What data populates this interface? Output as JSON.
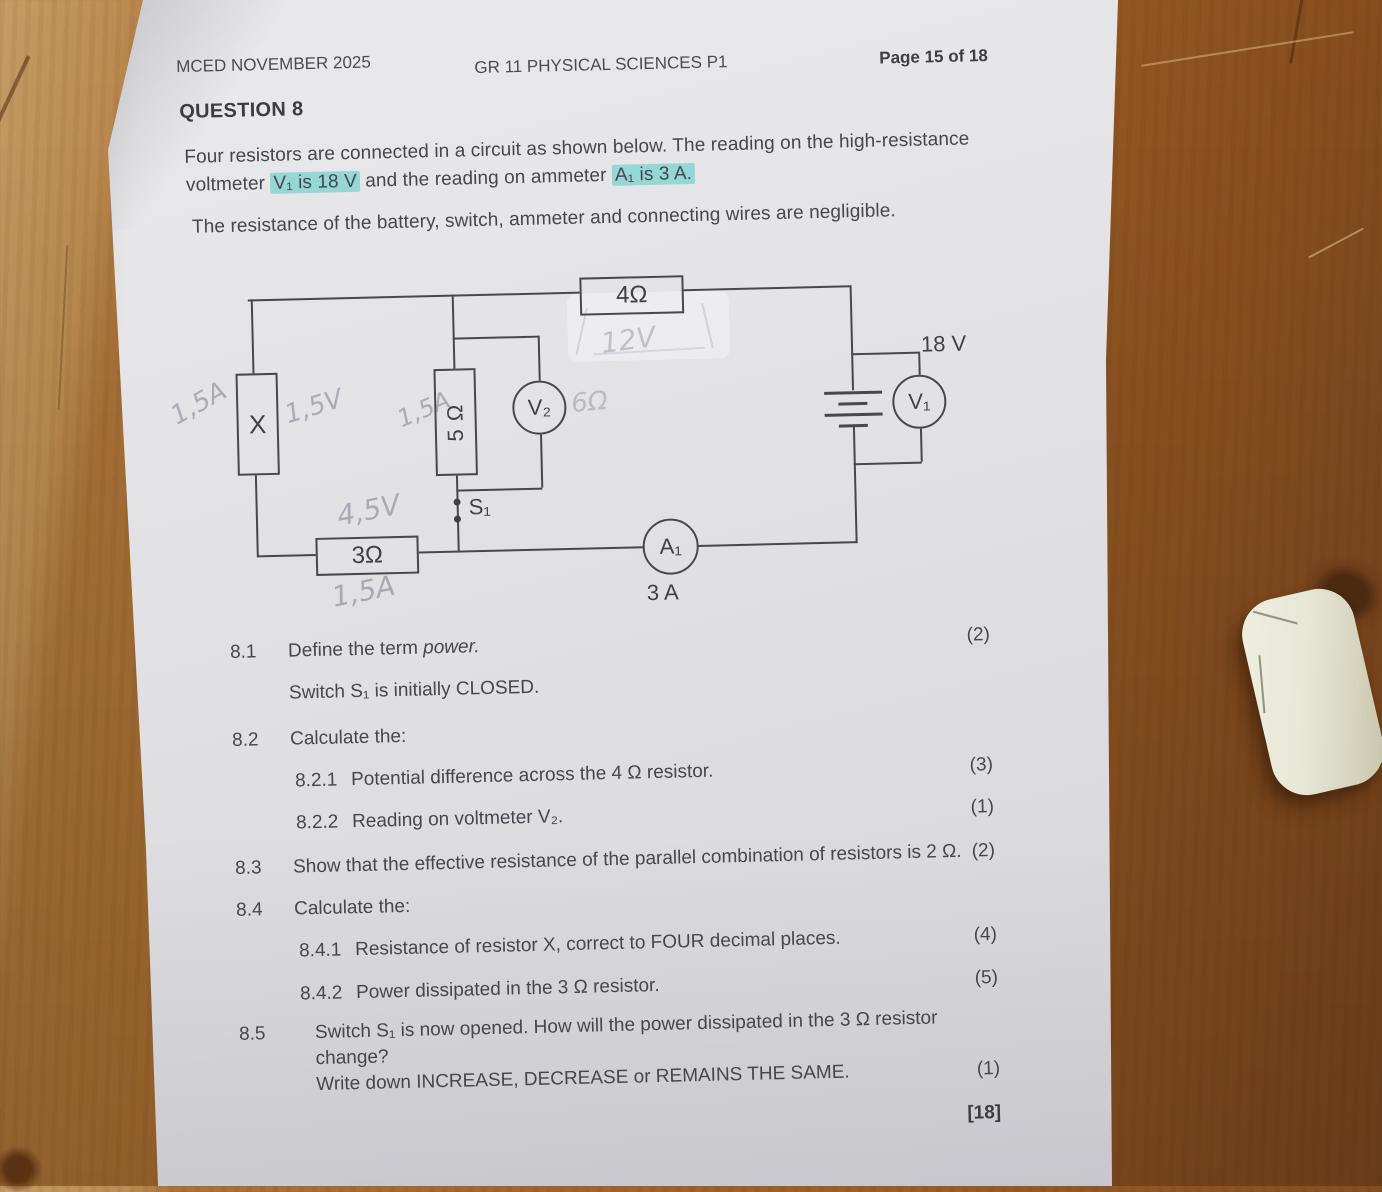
{
  "header": {
    "left": "MCED NOVEMBER 2025",
    "center": "GR 11 PHYSICAL SCIENCES P1",
    "right": "Page 15 of 18"
  },
  "question_title": "QUESTION 8",
  "intro": {
    "line1": "Four resistors are connected in a circuit as shown below. The reading on the high-resistance",
    "line2_pre": "voltmeter ",
    "line2_hl1": "V₁ is 18 V",
    "line2_mid": " and the reading on ammeter ",
    "line2_hl2": "A₁ is 3 A.",
    "note": "The resistance of the battery, switch, ammeter and connecting wires are negligible."
  },
  "circuit": {
    "resistor_top": "4Ω",
    "resistor_x": "X",
    "resistor_5": "5 Ω",
    "resistor_3": "3Ω",
    "voltmeter1": "V₁",
    "voltmeter2": "V₂",
    "ammeter": "A₁",
    "switch": "S₁",
    "battery_label": "18 V",
    "ammeter_reading": "3 A",
    "wire_color": "#48484c",
    "pencil_notes": {
      "left_current": "1,5A",
      "x_volts": "1,5V",
      "mid_current": "1,5A",
      "top_volts": "12V",
      "v2_note": "6Ω",
      "bottom_volts": "4,5V",
      "bottom_current": "1,5A"
    }
  },
  "questions": [
    {
      "num": "8.1",
      "pre": "Define the term ",
      "italic": "power.",
      "marks": "(2)"
    },
    {
      "num": "",
      "text": "Switch S₁ is initially CLOSED.",
      "marks": ""
    },
    {
      "num": "8.2",
      "text": "Calculate the:",
      "marks": ""
    },
    {
      "num": "8.2.1",
      "text": "Potential difference across the 4 Ω resistor.",
      "marks": "(3)"
    },
    {
      "num": "8.2.2",
      "text": "Reading on voltmeter V₂.",
      "marks": "(1)"
    },
    {
      "num": "8.3",
      "text": "Show that the effective resistance of the parallel combination of resistors is 2 Ω.",
      "marks": "(2)"
    },
    {
      "num": "8.4",
      "text": "Calculate the:",
      "marks": ""
    },
    {
      "num": "8.4.1",
      "text": "Resistance of resistor X, correct to FOUR decimal places.",
      "marks": "(4)"
    },
    {
      "num": "8.4.2",
      "text": "Power dissipated in the 3 Ω resistor.",
      "marks": "(5)"
    },
    {
      "num": "8.5",
      "text": "Switch S₁ is now opened. How will the power dissipated in the 3 Ω resistor",
      "text2": "change?",
      "marks": ""
    },
    {
      "num": "",
      "text": "Write down INCREASE, DECREASE or REMAINS THE SAME.",
      "marks": "(1)"
    },
    {
      "num": "",
      "text": "",
      "marks": "[18]"
    }
  ],
  "colors": {
    "highlight": "#5fcdcb",
    "paper": "#e1e1e4",
    "wood_light": "#c79c66",
    "wood_dark": "#7a451d",
    "eraser": "#e8e7d6"
  }
}
